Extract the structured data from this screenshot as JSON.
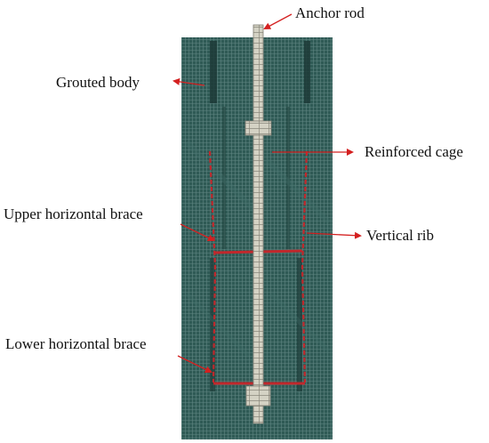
{
  "labels": {
    "anchor_rod": "Anchor rod",
    "grouted_body": "Grouted body",
    "reinforced_cage": "Reinforced cage",
    "upper_horizontal_brace": "Upper horizontal brace",
    "vertical_rib": "Vertical rib",
    "lower_horizontal_brace": "Lower horizontal brace"
  },
  "colors": {
    "mesh_base": "#2f5a55",
    "mesh_dark": "#1c3a37",
    "mesh_line": "#6f9590",
    "rod_fill": "#d4d2c4",
    "rod_line": "#7d7b70",
    "cage_red": "#c0282c",
    "arrow": "#d42020",
    "text": "#111111"
  }
}
